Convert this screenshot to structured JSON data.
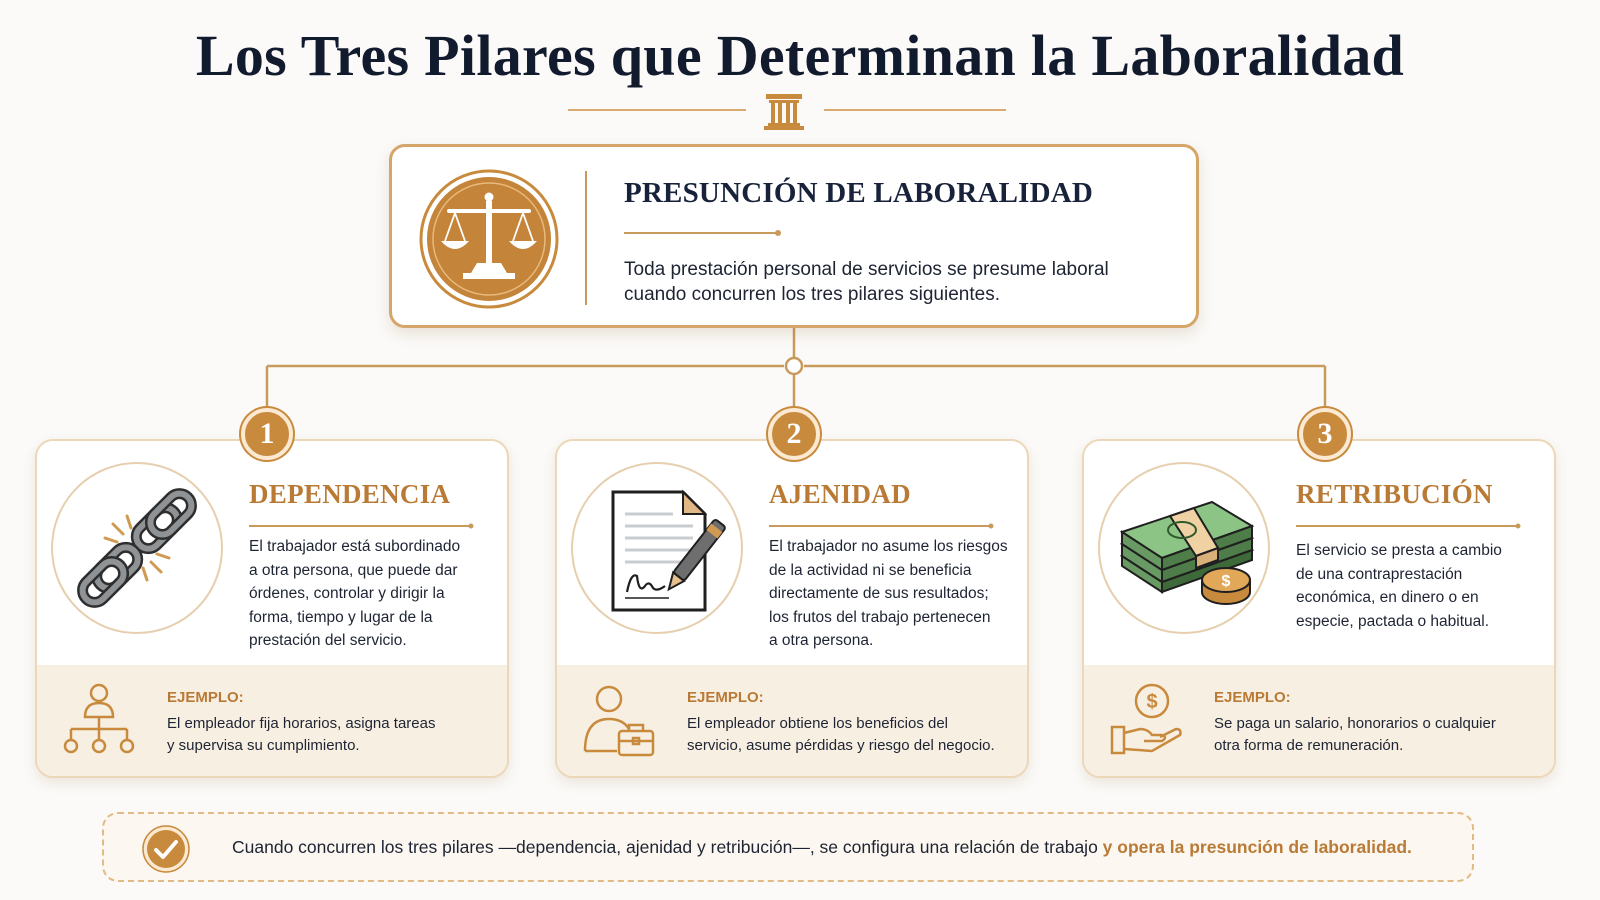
{
  "title": "Los Tres Pilares que Determinan la Laboralidad",
  "colors": {
    "accent": "#c88a3d",
    "accent_text": "#b97a36",
    "navy": "#121b2e",
    "border": "#d5a56a"
  },
  "presumption": {
    "icon": "scales-of-justice-icon",
    "heading": "PRESUNCIÓN DE LABORALIDAD",
    "line1": "Toda prestación personal de servicios se presume laboral",
    "line2": "cuando concurren los tres pilares siguientes."
  },
  "pillars": [
    {
      "number": "1",
      "title": "DEPENDENCIA",
      "icon": "broken-chain-icon",
      "desc": [
        "El trabajador está subordinado",
        "a otra persona, que puede dar",
        "órdenes, controlar y dirigir la",
        "forma, tiempo y lugar de la",
        "prestación del servicio."
      ],
      "example_icon": "org-hierarchy-icon",
      "example_label": "EJEMPLO:",
      "example": [
        "El empleador fija horarios, asigna tareas",
        "y supervisa su cumplimiento."
      ]
    },
    {
      "number": "2",
      "title": "AJENIDAD",
      "icon": "signed-document-icon",
      "desc": [
        "El trabajador no asume los riesgos",
        "de la actividad ni se beneficia",
        "directamente de sus resultados;",
        "los frutos del trabajo pertenecen",
        "a otra persona."
      ],
      "example_icon": "person-briefcase-icon",
      "example_label": "EJEMPLO:",
      "example": [
        "El empleador obtiene los beneficios del",
        "servicio, asume pérdidas y riesgo del negocio."
      ]
    },
    {
      "number": "3",
      "title": "RETRIBUCIÓN",
      "icon": "money-stack-icon",
      "desc": [
        "El servicio se presta a cambio",
        "de una contraprestación",
        "económica, en dinero o en",
        "especie, pactada o habitual."
      ],
      "example_icon": "hand-coin-icon",
      "example_label": "EJEMPLO:",
      "example": [
        "Se paga un salario, honorarios o cualquier",
        "otra forma de remuneración."
      ]
    }
  ],
  "conclusion": {
    "icon": "check-circle-icon",
    "text": "Cuando concurren los tres pilares —dependencia, ajenidad y retribución—, se configura una relación de trabajo ",
    "highlight": "y opera la presunción de laboralidad."
  }
}
